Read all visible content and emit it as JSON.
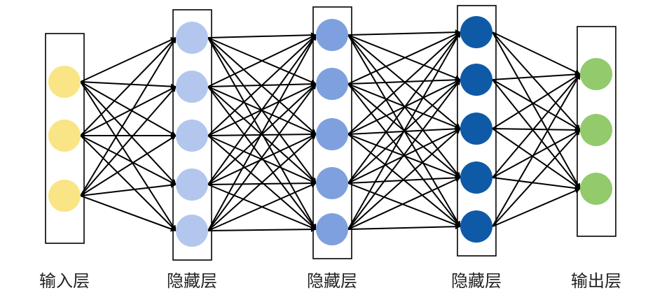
{
  "layers": [
    {
      "label": "输入层",
      "node_count": 3,
      "color": "#f9e585"
    },
    {
      "label": "隐藏层",
      "node_count": 5,
      "color": "#b3c6ee"
    },
    {
      "label": "隐藏层",
      "node_count": 5,
      "color": "#7fa0de"
    },
    {
      "label": "隐藏层",
      "node_count": 5,
      "color": "#0f5aa6"
    },
    {
      "label": "输出层",
      "node_count": 3,
      "color": "#92ca6c"
    }
  ],
  "connection": "fully-connected",
  "edge_color": "#000000",
  "box_stroke_color": "#000000"
}
